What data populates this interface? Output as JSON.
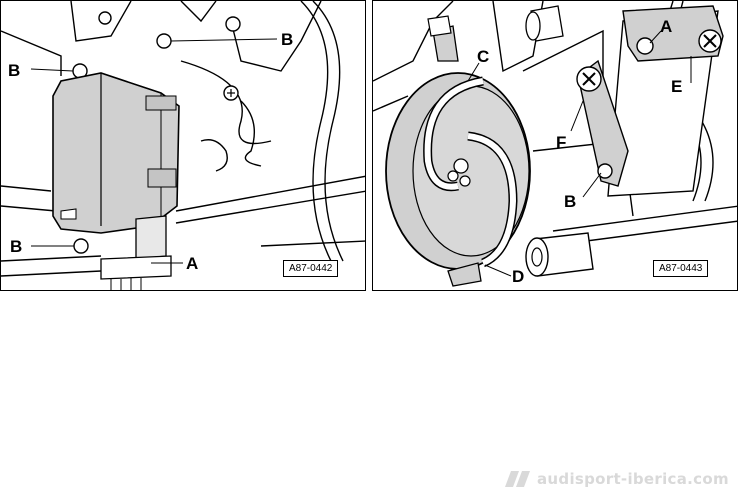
{
  "left_panel": {
    "callouts": [
      "B",
      "B",
      "B",
      "A"
    ],
    "ref_code": "A87-0442"
  },
  "right_panel": {
    "callouts": [
      "A",
      "C",
      "E",
      "F",
      "B",
      "D"
    ],
    "ref_code": "A87-0443"
  },
  "footer": {
    "watermark": "audisport-iberica.com",
    "logo_icon": "stripe-logo-icon"
  },
  "colors": {
    "part_fill": "#d0d0d0",
    "line": "#000000",
    "watermark": "#d9d9d9"
  }
}
